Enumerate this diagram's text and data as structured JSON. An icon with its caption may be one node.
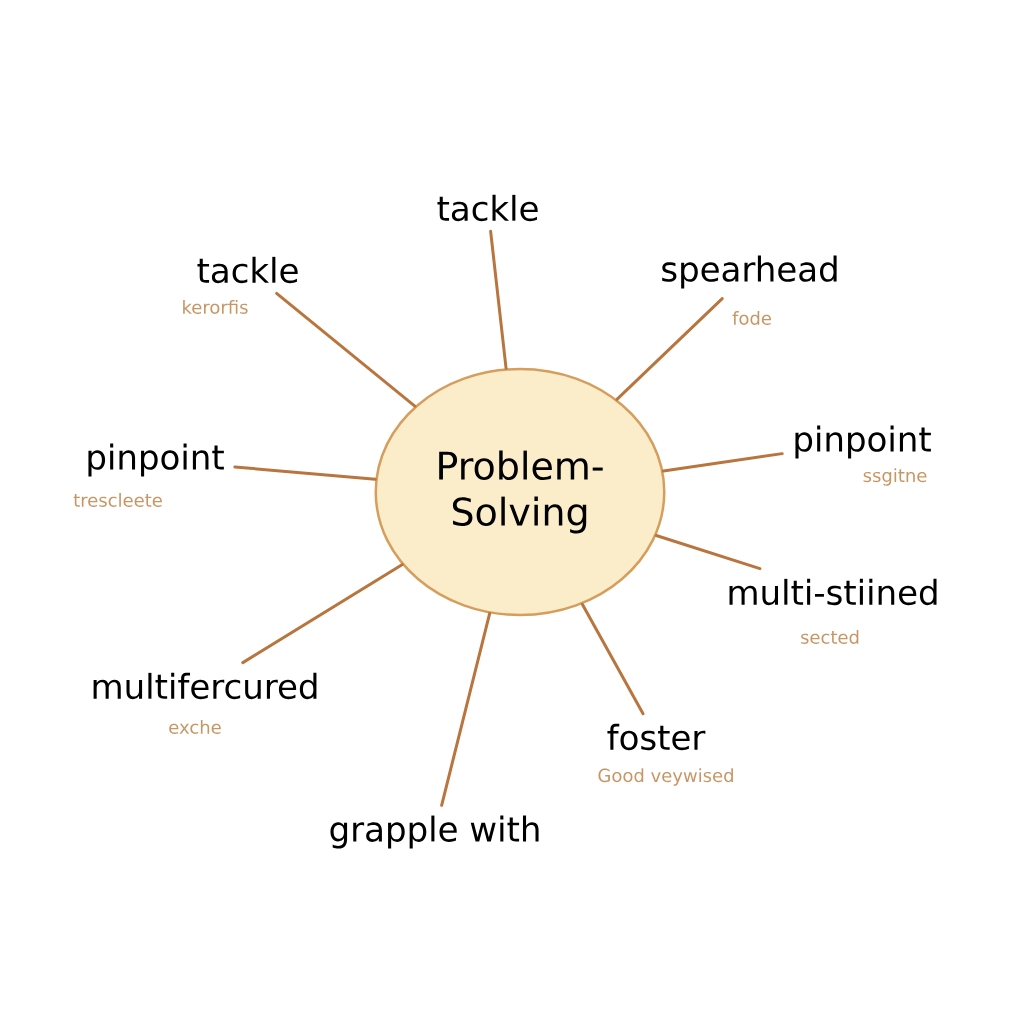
{
  "diagram": {
    "nodes": [
      {
        "text": [
          "Problem-Solving"
        ]
      },
      {
        "text": [
          "tackle"
        ]
      },
      {
        "text": [
          "tackle"
        ],
        "beside": [
          "kerorfis"
        ]
      },
      {
        "text": [
          "spearhead"
        ],
        "beside": [
          "fode"
        ]
      },
      {
        "text": [
          "pinpoint"
        ],
        "beside": [
          "trescleete"
        ]
      },
      {
        "text": [
          "pinpoint"
        ],
        "beside": [
          "ssgitne"
        ]
      },
      {
        "text": [
          "multi-stiined"
        ],
        "beside": [
          "sected"
        ]
      },
      {
        "text": [
          "multifercured"
        ],
        "beside": [
          "exche"
        ]
      },
      {
        "text": [
          "foster"
        ],
        "beside": [
          "Good veywised"
        ]
      },
      {
        "text": [
          "grapple with"
        ]
      }
    ],
    "edges": [
      {
        "from": 0,
        "to": 1,
        "arrow": "none"
      },
      {
        "from": 0,
        "to": 2,
        "arrow": "none"
      },
      {
        "from": 0,
        "to": 3,
        "arrow": "none"
      },
      {
        "from": 0,
        "to": 4,
        "arrow": "none"
      },
      {
        "from": 0,
        "to": 5,
        "arrow": "none"
      },
      {
        "from": 0,
        "to": 6,
        "arrow": "none"
      },
      {
        "from": 0,
        "to": 7,
        "arrow": "none"
      },
      {
        "from": 0,
        "to": 8,
        "arrow": "none"
      },
      {
        "from": 0,
        "to": 9,
        "arrow": "none"
      }
    ]
  }
}
